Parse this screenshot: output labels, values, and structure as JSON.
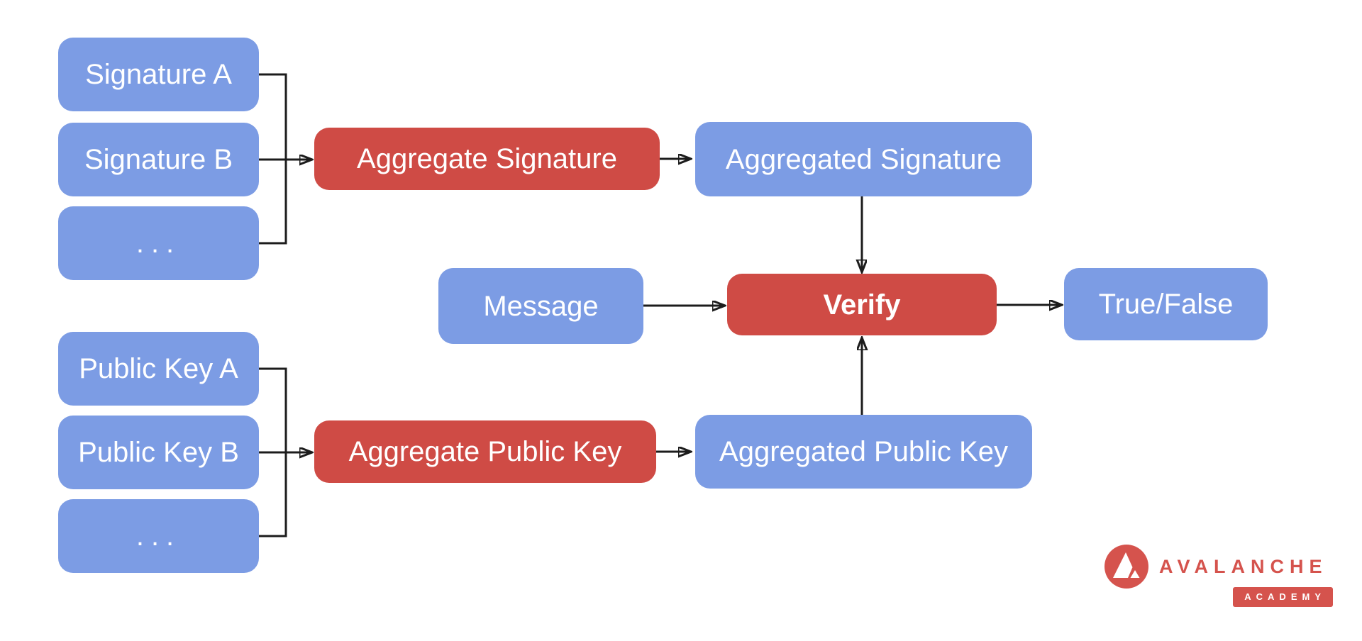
{
  "colors": {
    "node_blue": "#7c9ce4",
    "node_red": "#cf4b45",
    "arrow_black": "#1c1c1c",
    "label_white": "#ffffff",
    "logo_red": "#d5534d"
  },
  "diagram": {
    "title_implied": "BLS signature aggregation and verification flow",
    "nodes": {
      "sig_a": {
        "label": "Signature A",
        "color": "blue"
      },
      "sig_b": {
        "label": "Signature B",
        "color": "blue"
      },
      "sig_more": {
        "label": "...",
        "color": "blue"
      },
      "aggregate_signature": {
        "label": "Aggregate Signature",
        "color": "red"
      },
      "aggregated_signature": {
        "label": "Aggregated Signature",
        "color": "blue"
      },
      "message": {
        "label": "Message",
        "color": "blue"
      },
      "verify": {
        "label": "Verify",
        "color": "red",
        "bold": true
      },
      "true_false": {
        "label": "True/False",
        "color": "blue"
      },
      "pk_a": {
        "label": "Public Key A",
        "color": "blue"
      },
      "pk_b": {
        "label": "Public Key B",
        "color": "blue"
      },
      "pk_more": {
        "label": "...",
        "color": "blue"
      },
      "aggregate_public_key": {
        "label": "Aggregate Public Key",
        "color": "red"
      },
      "aggregated_public_key": {
        "label": "Aggregated Public Key",
        "color": "blue"
      }
    },
    "edges": [
      {
        "from": "sig_a",
        "to": "aggregate_signature"
      },
      {
        "from": "sig_b",
        "to": "aggregate_signature"
      },
      {
        "from": "sig_more",
        "to": "aggregate_signature"
      },
      {
        "from": "aggregate_signature",
        "to": "aggregated_signature"
      },
      {
        "from": "aggregated_signature",
        "to": "verify"
      },
      {
        "from": "message",
        "to": "verify"
      },
      {
        "from": "verify",
        "to": "true_false"
      },
      {
        "from": "pk_a",
        "to": "aggregate_public_key"
      },
      {
        "from": "pk_b",
        "to": "aggregate_public_key"
      },
      {
        "from": "pk_more",
        "to": "aggregate_public_key"
      },
      {
        "from": "aggregate_public_key",
        "to": "aggregated_public_key"
      },
      {
        "from": "aggregated_public_key",
        "to": "verify"
      }
    ]
  },
  "logo": {
    "brand": "AVALANCHE",
    "badge": "ACADEMY"
  }
}
